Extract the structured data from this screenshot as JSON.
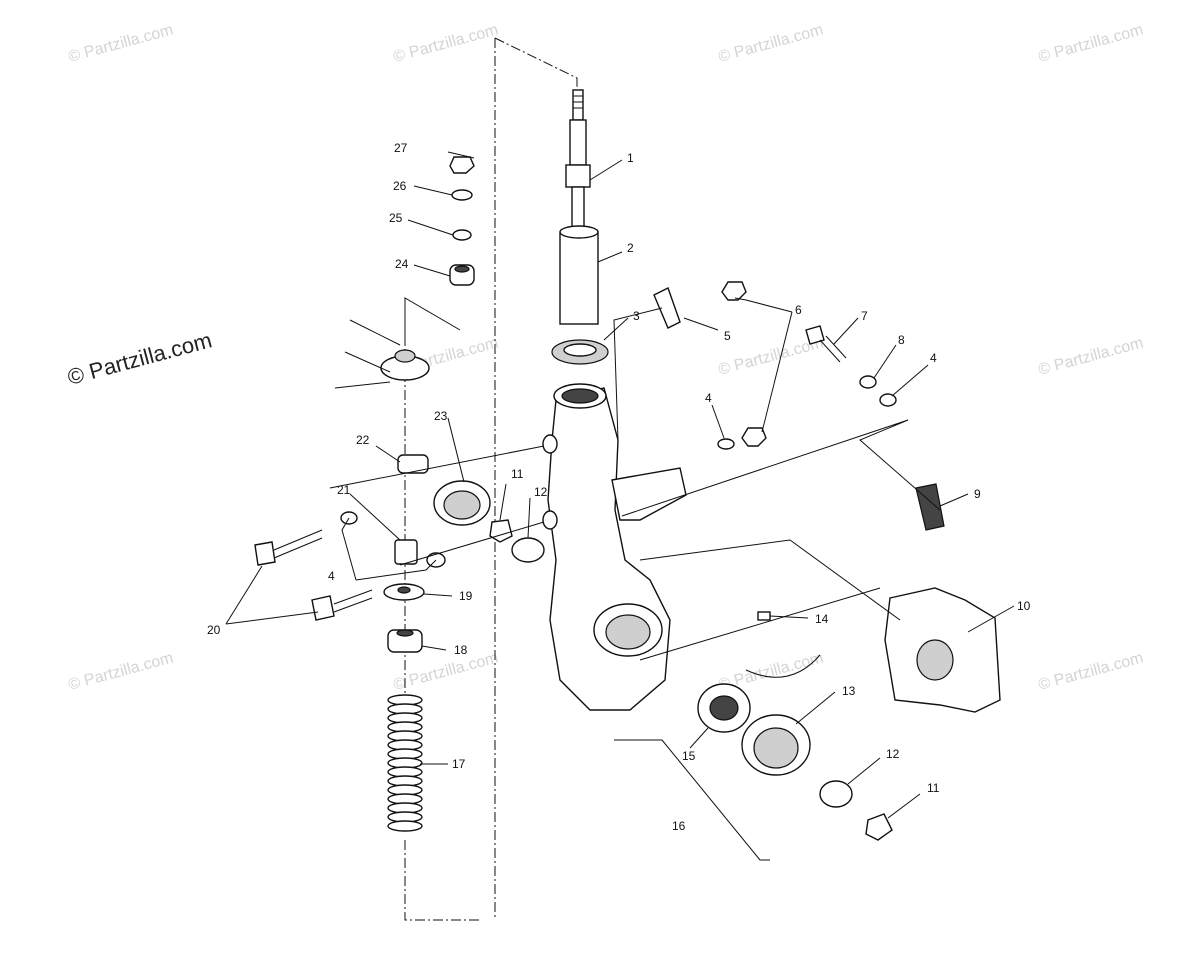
{
  "watermark": {
    "main_text": "© Partzilla.com",
    "tile_text": "© Partzilla.com"
  },
  "callouts": [
    "1",
    "2",
    "3",
    "4",
    "5",
    "6",
    "7",
    "8",
    "9",
    "10",
    "11",
    "12",
    "13",
    "14",
    "15",
    "16",
    "17",
    "18",
    "19",
    "20",
    "21",
    "22",
    "23",
    "24",
    "25",
    "26",
    "27",
    "4",
    "4",
    "4",
    "11",
    "12"
  ]
}
